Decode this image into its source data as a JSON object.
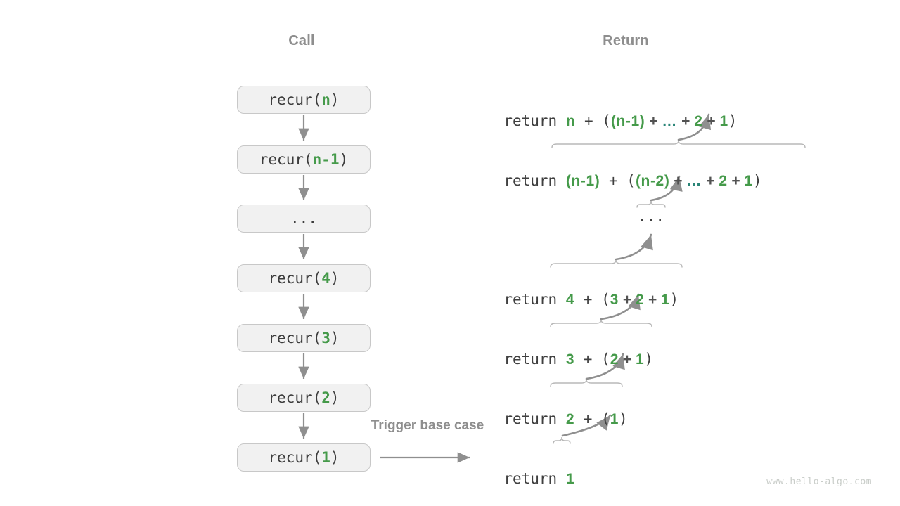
{
  "headers": {
    "call": "Call",
    "return": "Return"
  },
  "labels": {
    "trigger": "Trigger base case",
    "watermark": "www.hello-algo.com"
  },
  "colors": {
    "accent_green": "#459a4a",
    "ellipsis_teal": "#2a8577",
    "text_dark": "#3c3c3c",
    "arrow_gray": "#8f8f8f",
    "brace_gray": "#b8b8b8",
    "box_bg": "#f1f1f1",
    "box_border": "#c8c8c8",
    "header_gray": "#8e8e8e"
  },
  "call_boxes": [
    {
      "pre": "recur(",
      "var": "n",
      "post": ")"
    },
    {
      "pre": "recur(",
      "var": "n-1",
      "post": ")"
    },
    {
      "pre": "...",
      "var": "",
      "post": ""
    },
    {
      "pre": "recur(",
      "var": "4",
      "post": ")"
    },
    {
      "pre": "recur(",
      "var": "3",
      "post": ")"
    },
    {
      "pre": "recur(",
      "var": "2",
      "post": ")"
    },
    {
      "pre": "recur(",
      "var": "1",
      "post": ")"
    }
  ],
  "ret": {
    "r1": [
      "return ",
      "n",
      " + (",
      "(n-1)",
      " + ",
      "…",
      " + ",
      "2",
      " + ",
      "1",
      ")"
    ],
    "r2": [
      "return ",
      "(n-1)",
      " + (",
      "(n-2)",
      " + ",
      "…",
      " + ",
      "2",
      " + ",
      "1",
      ")"
    ],
    "r3": "...",
    "r4": [
      "return ",
      "4",
      " + (",
      "3",
      " + ",
      "2",
      " + ",
      "1",
      ")"
    ],
    "r5": [
      "return ",
      "3",
      " + (",
      "2",
      " + ",
      "1",
      ")"
    ],
    "r6": [
      "return ",
      "2",
      " + (",
      "1",
      ")"
    ],
    "r7": [
      "return ",
      "1"
    ]
  }
}
